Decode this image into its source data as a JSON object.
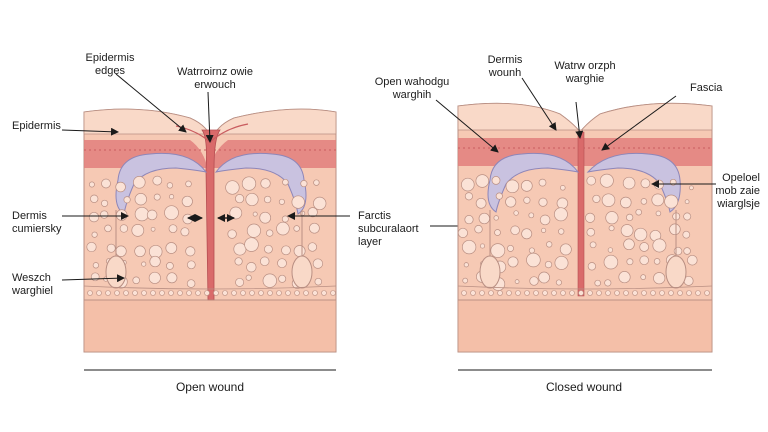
{
  "colors": {
    "skin": "#f6c9b4",
    "skin_light": "#f9d9c8",
    "dermis_red": "#e27f7c",
    "dermis_dark": "#c95c5f",
    "vessel": "#c9c2e0",
    "vessel_edge": "#8e86b8",
    "cell_fill": "#fbe2d6",
    "outline": "#b98f83",
    "line": "#1a1a1a"
  },
  "left_panel": {
    "caption": "Open wound",
    "labels": {
      "epidermis_edges": "Epidermis\nedges",
      "wound_top": "Watrroirnz owie\nerwouch",
      "epidermis": "Epidermis",
      "dermis": "Dermis\ncumiersky",
      "weszch": "Weszch\nwarghiel"
    }
  },
  "right_panel": {
    "caption": "Closed wound",
    "labels": {
      "open_wahodgu": "Open wahodgu\nwarghih",
      "dermis_wounh": "Dermis\nwounh",
      "watrw": "Watrw orzph\nwarghie",
      "fascia": "Fascia",
      "opeloel": "Opeloel\nmob zaie\nwiarglsje"
    }
  },
  "center": {
    "fascia_label": "Farctis\nsubcuralaort\nlayer"
  }
}
